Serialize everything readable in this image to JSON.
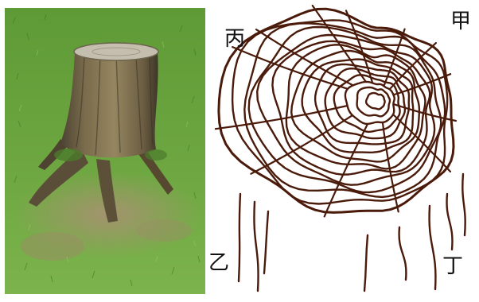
{
  "labels": {
    "top_right": "甲",
    "bottom_left": "乙",
    "top_left": "丙",
    "bottom_right": "丁"
  },
  "colors": {
    "ring_line": "#4a1a0a",
    "grass_dark": "#4f8a2e",
    "grass_light": "#7db44a",
    "bark_dark": "#4a4030",
    "bark_light": "#8a7a5a",
    "stump_top": "#b8b2a2",
    "soil": "#a89a7a"
  },
  "icons": {
    "photo": "tree-stump-photo",
    "drawing": "tree-ring-drawing"
  }
}
